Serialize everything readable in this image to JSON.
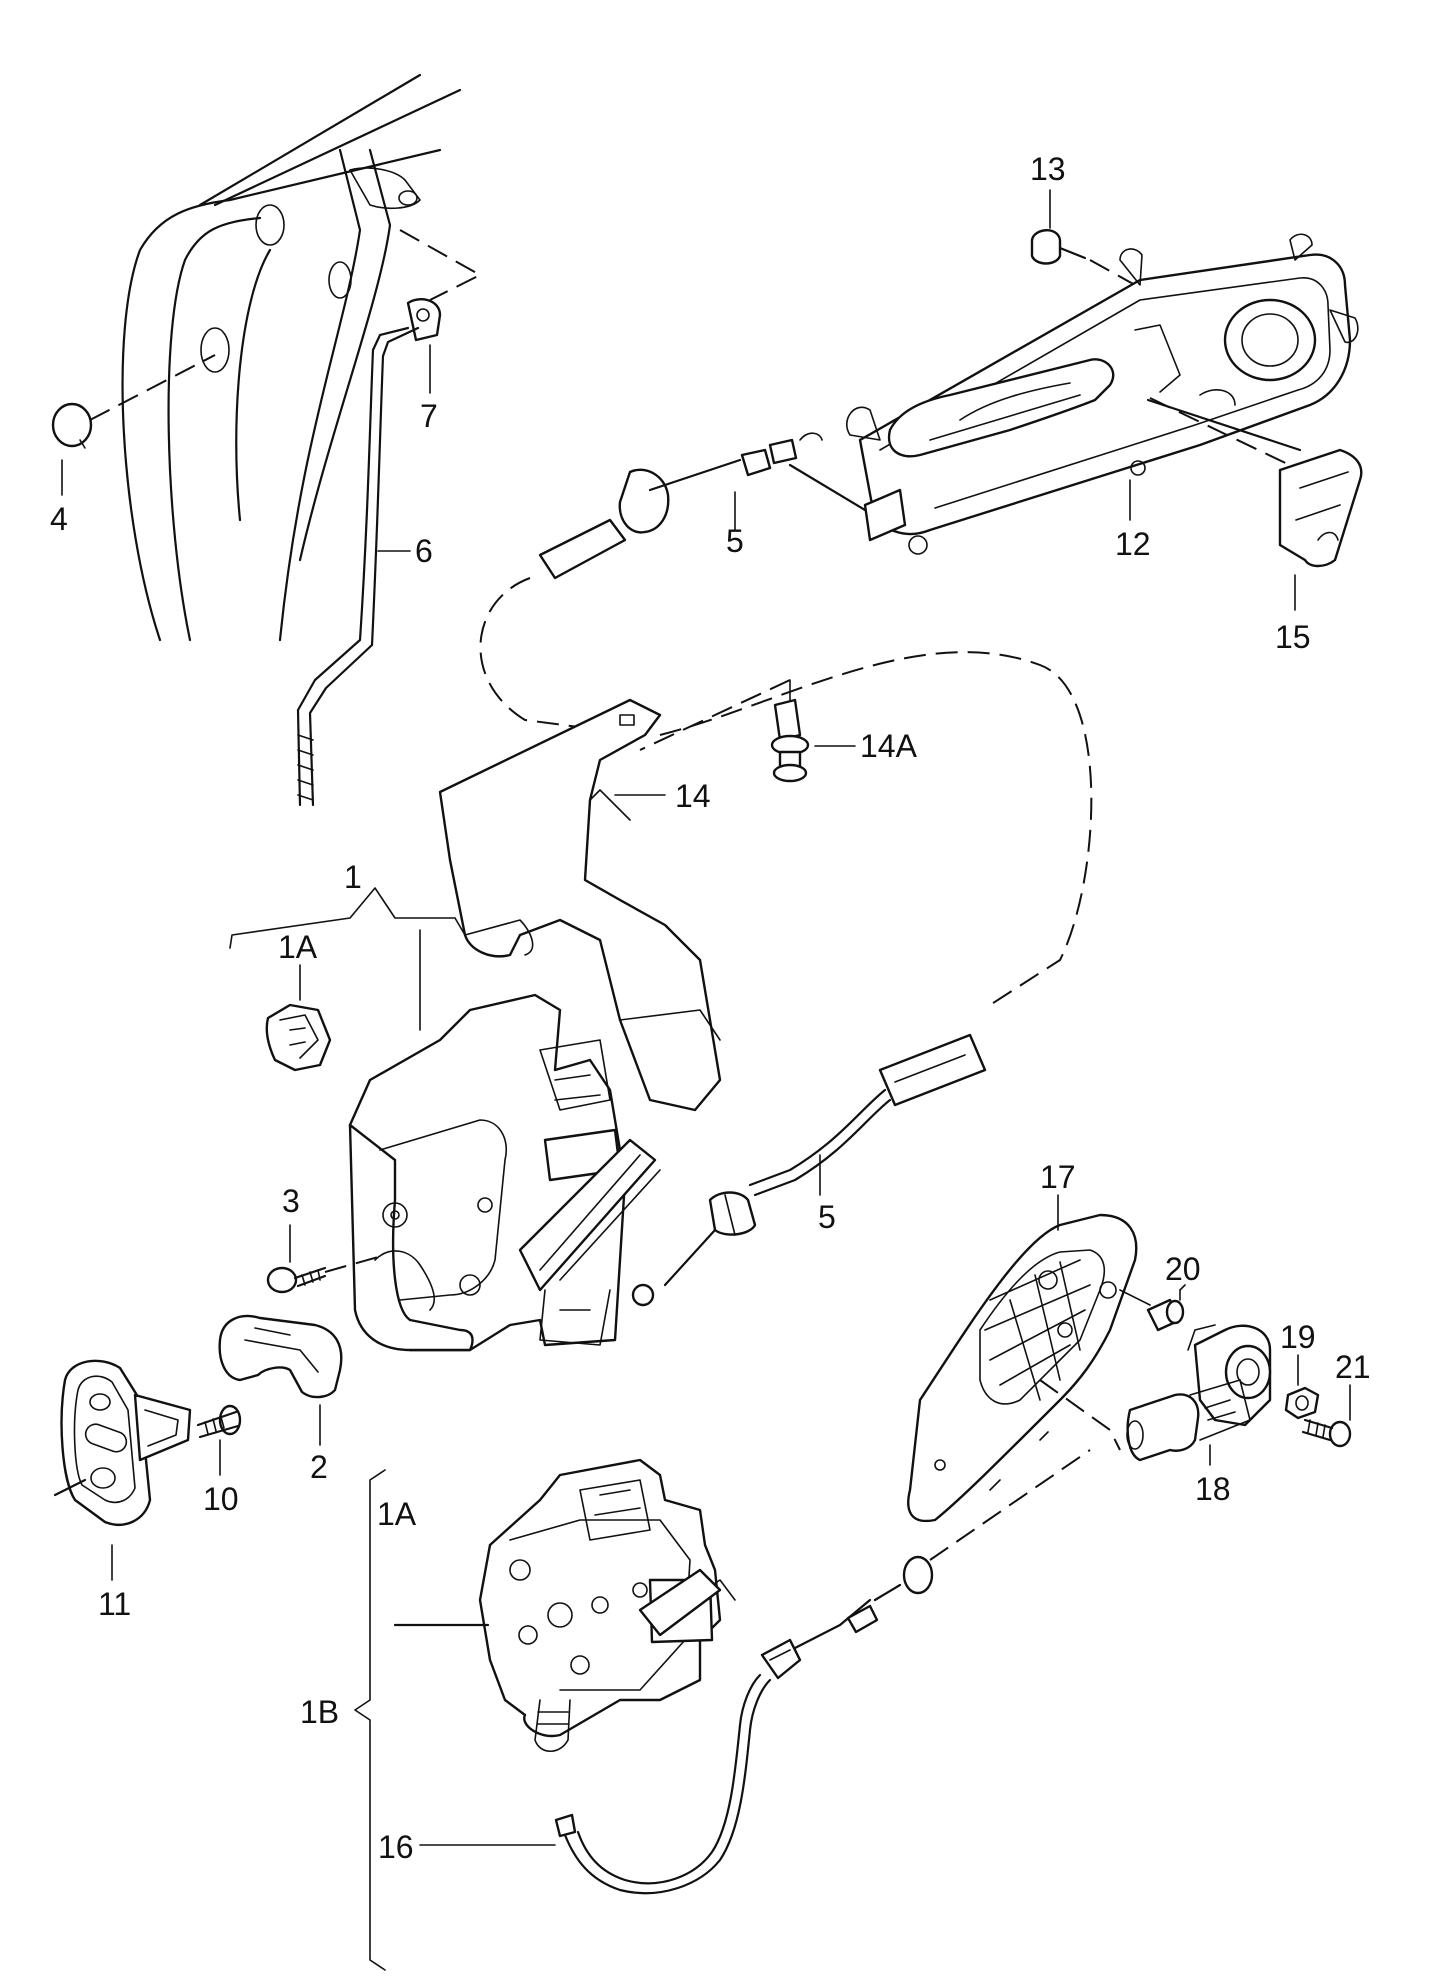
{
  "labels": {
    "p1": "1",
    "p1a_top": "1A",
    "p1a_side": "1A",
    "p1b": "1B",
    "p2": "2",
    "p3": "3",
    "p4": "4",
    "p5_top": "5",
    "p5_mid": "5",
    "p6": "6",
    "p7": "7",
    "p10": "10",
    "p11": "11",
    "p12": "12",
    "p13": "13",
    "p14": "14",
    "p14a": "14A",
    "p15": "15",
    "p16": "16",
    "p17": "17",
    "p18": "18",
    "p19": "19",
    "p20": "20",
    "p21": "21"
  }
}
